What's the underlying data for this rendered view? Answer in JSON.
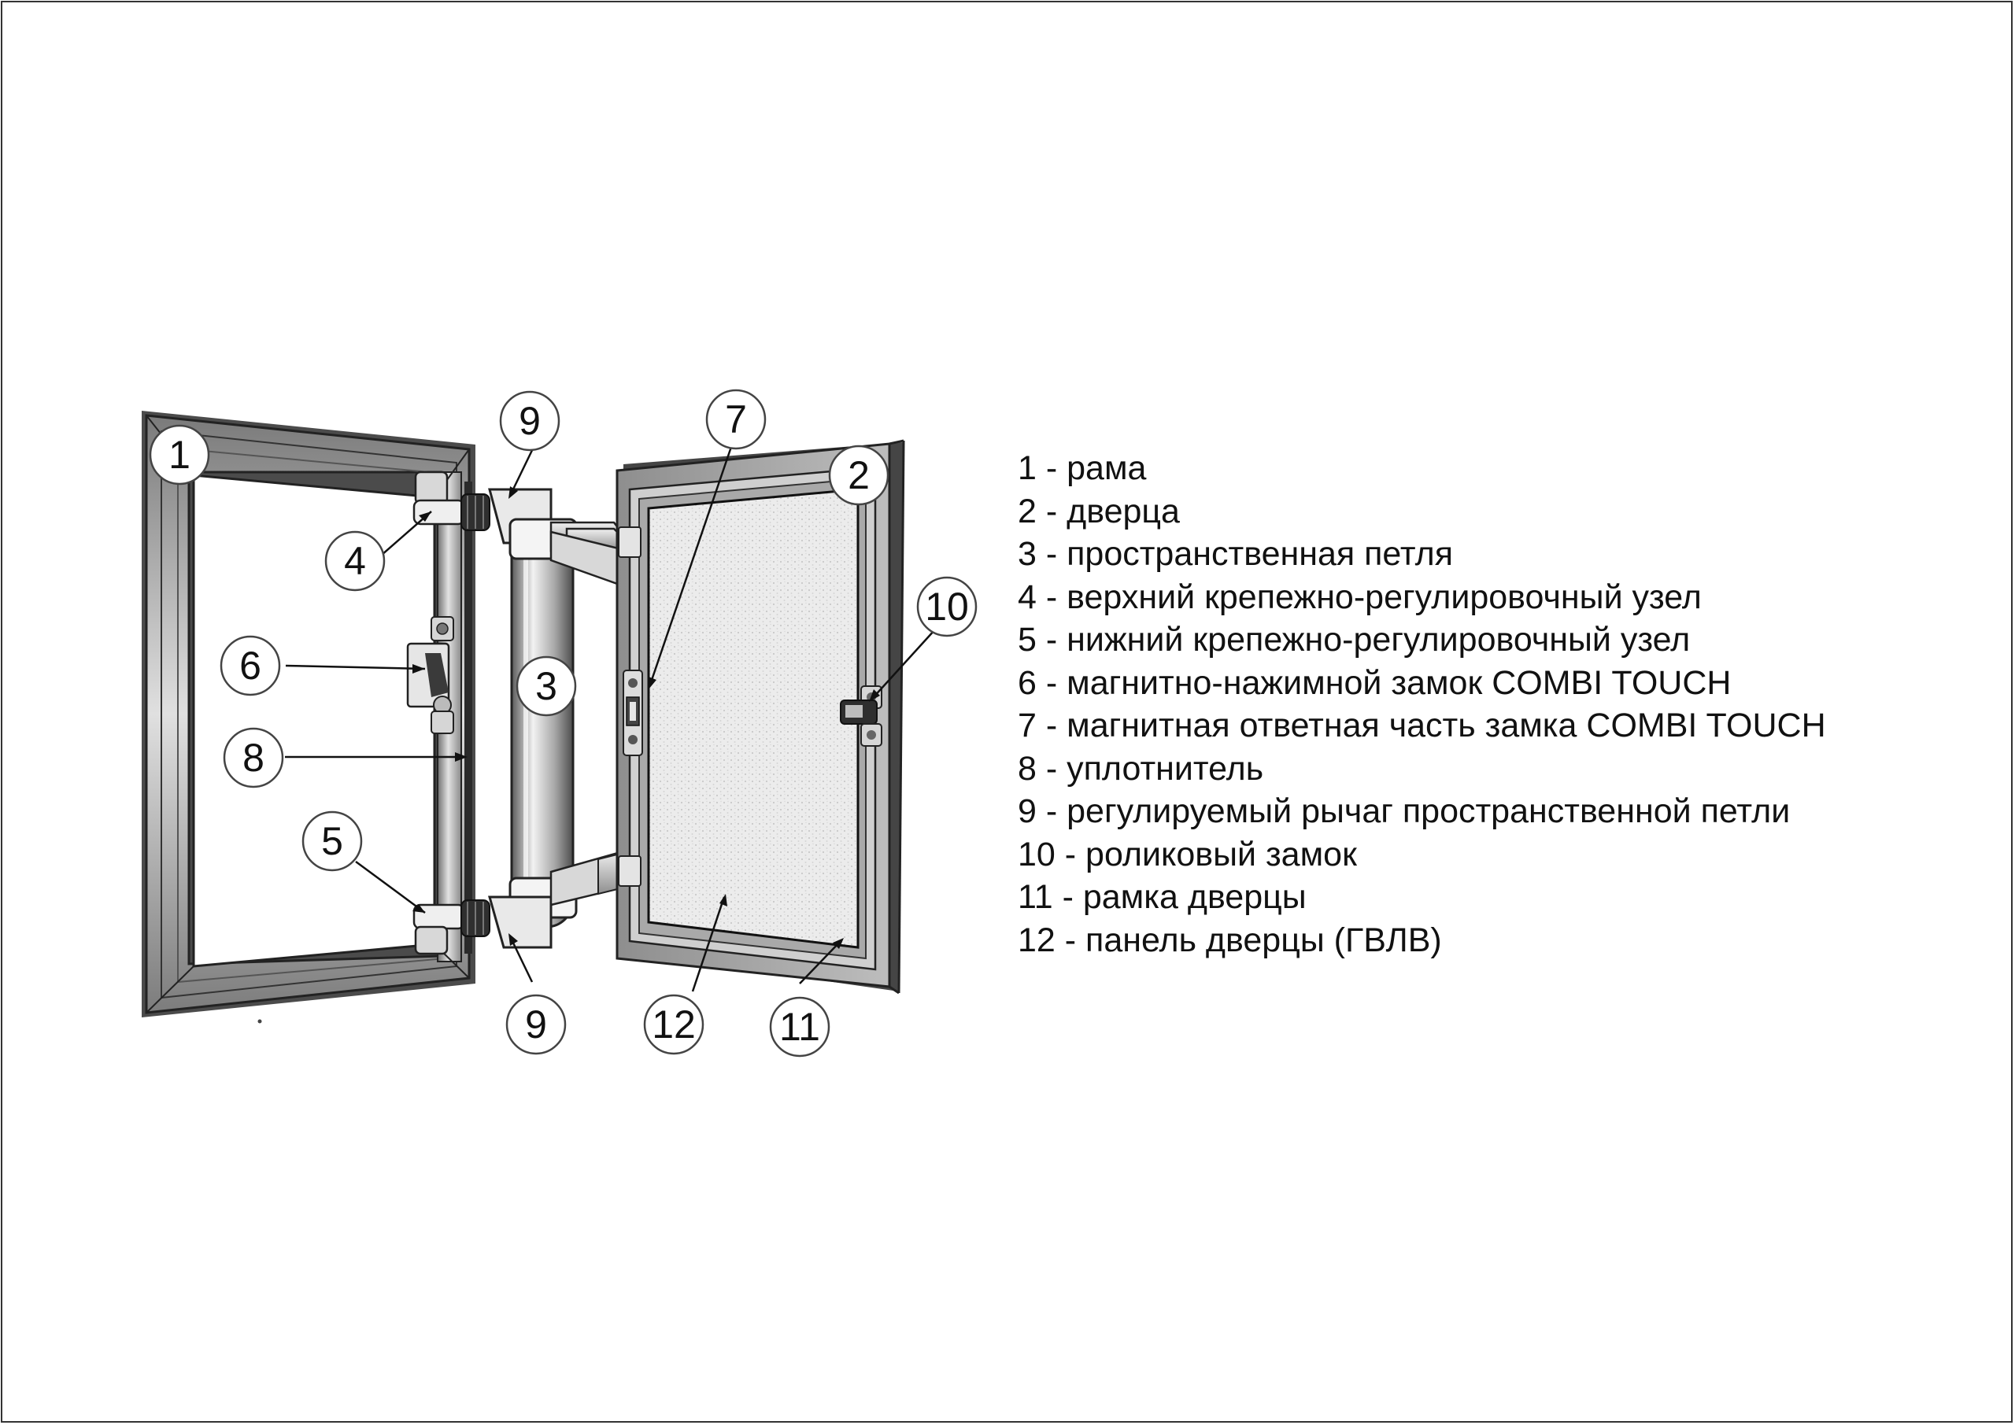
{
  "callouts": [
    {
      "num": "1"
    },
    {
      "num": "2"
    },
    {
      "num": "3"
    },
    {
      "num": "4"
    },
    {
      "num": "5"
    },
    {
      "num": "6"
    },
    {
      "num": "7"
    },
    {
      "num": "8"
    },
    {
      "num": "9"
    },
    {
      "num": "9"
    },
    {
      "num": "10"
    },
    {
      "num": "11"
    },
    {
      "num": "12"
    }
  ],
  "legend": [
    {
      "text": "1 - рама"
    },
    {
      "text": "2 - дверца"
    },
    {
      "text": "3 - пространственная петля"
    },
    {
      "text": "4 - верхний крепежно-регулировочный узел"
    },
    {
      "text": "5 - нижний крепежно-регулировочный узел"
    },
    {
      "text": "6 - магнитно-нажимной замок COMBI TOUCH"
    },
    {
      "text": "7 - магнитная ответная часть замка COMBI TOUCH"
    },
    {
      "text": "8 - уплотнитель"
    },
    {
      "text": "9 - регулируемый рычаг пространственной петли"
    },
    {
      "text": "10 - роликовый замок"
    },
    {
      "text": "11 - рамка дверцы"
    },
    {
      "text": "12 - панель дверцы (ГВЛВ)"
    }
  ]
}
